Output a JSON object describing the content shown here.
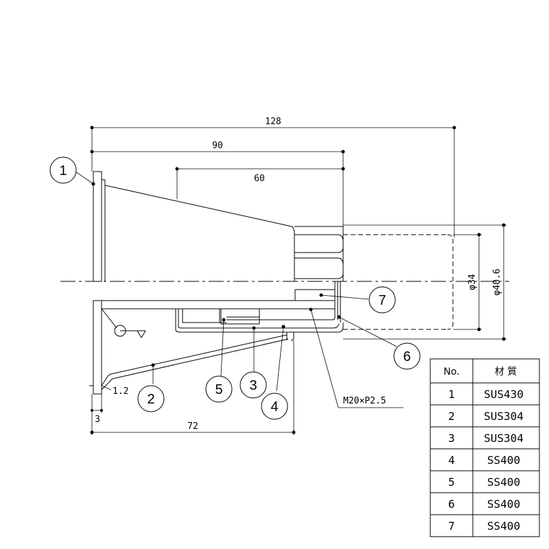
{
  "dimensions": {
    "overall_length": "128",
    "body_length": "90",
    "taper_length": "60",
    "lower_length": "72",
    "flange_thickness": "3",
    "plate_thickness": "1.2",
    "bore_diameter": "φ34",
    "outer_diameter": "φ40.6"
  },
  "thread_note": "M20×P2.5",
  "balloons": [
    "1",
    "2",
    "3",
    "4",
    "5",
    "6",
    "7"
  ],
  "materials_table": {
    "header_no": "No.",
    "header_material": "材 質",
    "rows": [
      {
        "no": "1",
        "material": "SUS430"
      },
      {
        "no": "2",
        "material": "SUS304"
      },
      {
        "no": "3",
        "material": "SUS304"
      },
      {
        "no": "4",
        "material": "SS400"
      },
      {
        "no": "5",
        "material": "SS400"
      },
      {
        "no": "6",
        "material": "SS400"
      },
      {
        "no": "7",
        "material": "SS400"
      }
    ]
  }
}
